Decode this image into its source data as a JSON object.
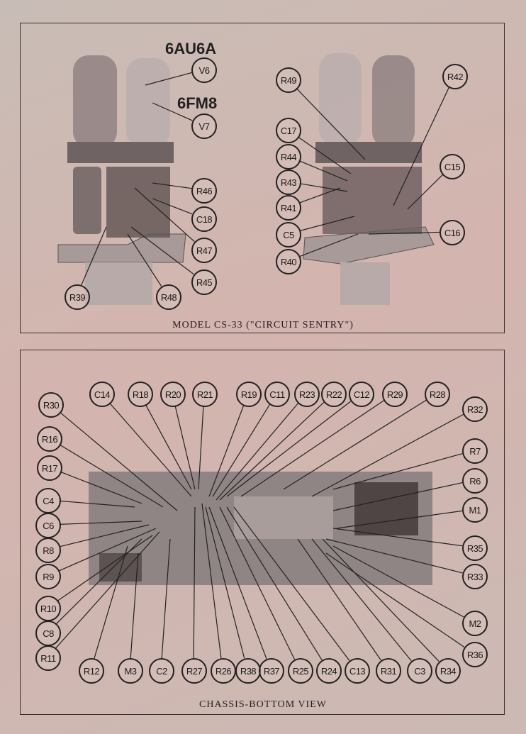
{
  "top_figure": {
    "caption": "MODEL CS-33 (\"CIRCUIT SENTRY\")",
    "tube_names": [
      "6AU6A",
      "6FM8"
    ],
    "labels": [
      "V6",
      "V7",
      "R46",
      "C18",
      "R47",
      "R45",
      "R48",
      "R39",
      "R49",
      "R42",
      "C17",
      "R44",
      "C15",
      "R43",
      "R41",
      "C5",
      "C16",
      "R40"
    ]
  },
  "bottom_figure": {
    "caption": "CHASSIS-BOTTOM VIEW",
    "labels": [
      "C14",
      "R18",
      "R20",
      "R21",
      "R19",
      "C11",
      "R23",
      "R22",
      "C12",
      "R29",
      "R28",
      "R30",
      "R32",
      "R16",
      "R17",
      "R7",
      "C4",
      "R6",
      "C6",
      "M1",
      "R8",
      "R35",
      "R9",
      "R33",
      "R10",
      "M2",
      "C8",
      "R11",
      "R36",
      "R12",
      "M3",
      "C2",
      "R27",
      "R26",
      "R38",
      "R37",
      "R25",
      "R24",
      "C13",
      "R31",
      "C3",
      "R34"
    ]
  }
}
